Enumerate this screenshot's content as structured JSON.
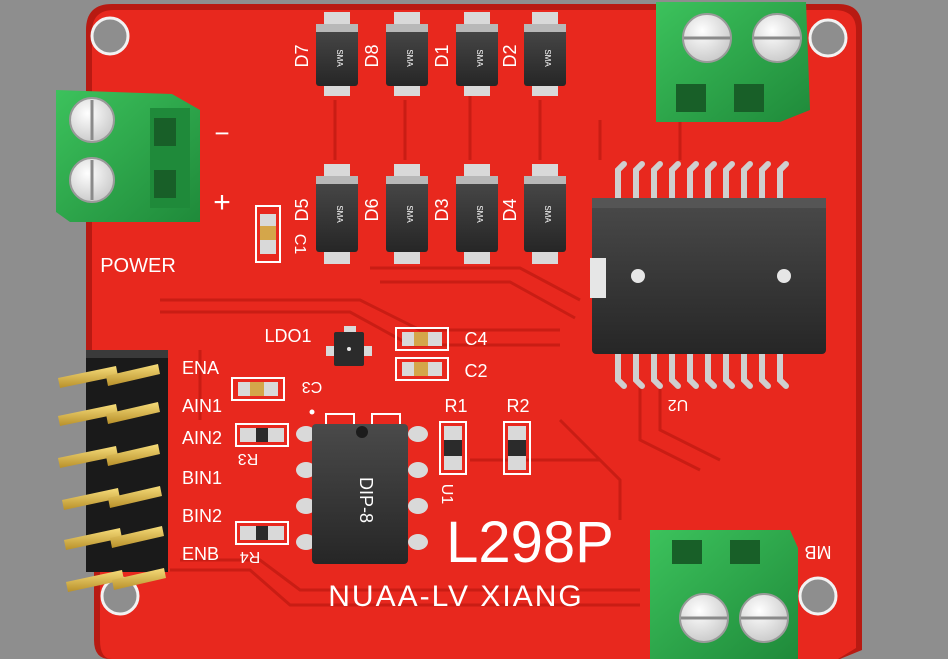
{
  "colors": {
    "background": "#8e8e8e",
    "board": "#e8281e",
    "board_edge": "#b81a12",
    "trace": "#cf1f16",
    "silkscreen": "#ffffff",
    "terminal_green": "#2da84a",
    "component_body": "#2b2b2b",
    "pad_tin": "#d9d9d9",
    "header_gold": "#e8c040"
  },
  "board": {
    "power_label": "POWER",
    "minus_sign": "−",
    "plus_sign": "+",
    "title": "L298P",
    "credit": "NUAA-LV XIANG",
    "mb_label": "MB"
  },
  "diodes": [
    {
      "ref": "D7",
      "body": "SMA"
    },
    {
      "ref": "D8",
      "body": "SMA"
    },
    {
      "ref": "D1",
      "body": "SMA"
    },
    {
      "ref": "D2",
      "body": "SMA"
    },
    {
      "ref": "D5",
      "body": "SMA"
    },
    {
      "ref": "D6",
      "body": "SMA"
    },
    {
      "ref": "D3",
      "body": "SMA"
    },
    {
      "ref": "D4",
      "body": "SMA"
    }
  ],
  "parts": {
    "c1": "C1",
    "c2": "C2",
    "c3": "C3",
    "c4": "C4",
    "ldo": "LDO1",
    "r1": "R1",
    "r2": "R2",
    "r3": "R3",
    "r4": "R4",
    "u1": "U1",
    "u2": "U2",
    "dip": "DIP-8"
  },
  "header_pins": [
    "ENA",
    "AIN1",
    "AIN2",
    "BIN1",
    "BIN2",
    "ENB"
  ]
}
